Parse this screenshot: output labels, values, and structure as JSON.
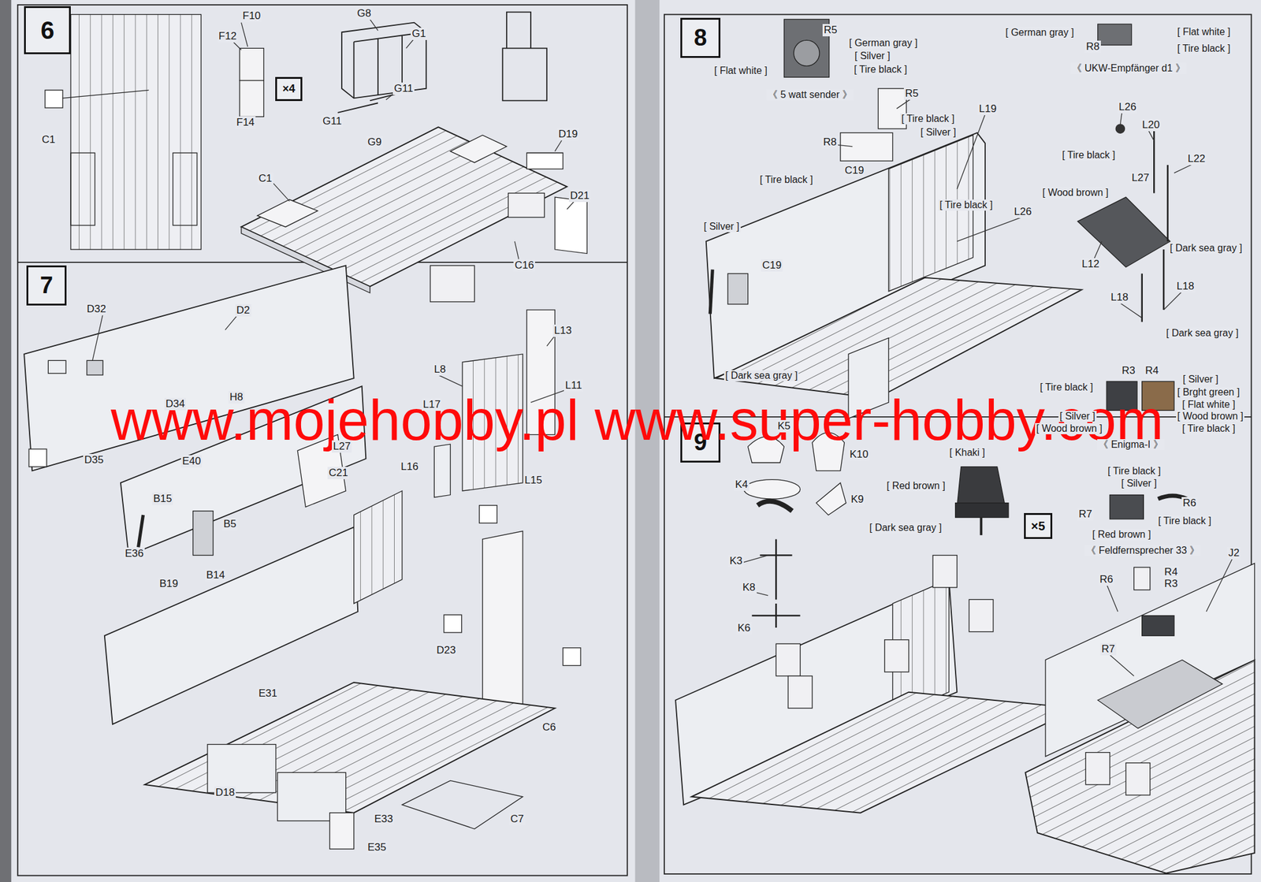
{
  "diagram": {
    "nodes": [
      {
        "text": [
          "6"
        ]
      },
      {
        "text": [
          "×4"
        ]
      },
      {
        "text": [
          "7"
        ]
      },
      {
        "text": [
          "8"
        ]
      },
      {
        "text": [
          "9"
        ]
      },
      {
        "text": [
          "×5"
        ]
      }
    ],
    "labels": [
      "www.mojehobby.pl www.super-hobby.com",
      "F10",
      "F12",
      "F14",
      "G8",
      "G1",
      "G11",
      "G11",
      "G9",
      "C1",
      "C1",
      "D19",
      "D21",
      "C16",
      "D32",
      "D2",
      "L13",
      "L8",
      "L11",
      "H8",
      "D34",
      "L17",
      "L27",
      "D35",
      "E40",
      "L16",
      "C21",
      "L15",
      "B15",
      "B5",
      "E36",
      "B14",
      "B19",
      "D23",
      "E31",
      "C6",
      "D18",
      "E33",
      "C7",
      "E35",
      "R5",
      "[ German gray ]",
      "[ Silver ]",
      "[ Tire black ]",
      "[ Flat white ]",
      "《 5 watt sender 》",
      "R5",
      "[ German gray ]",
      "R8",
      "[ Flat white ]",
      "[ Tire black ]",
      "《 UKW-Empfänger d1 》",
      "L26",
      "L19",
      "[ Tire black ]",
      "L20",
      "[ Silver ]",
      "R8",
      "[ Tire black ]",
      "L22",
      "C19",
      "L27",
      "[ Tire black ]",
      "[ Wood brown ]",
      "[ Tire black ]",
      "L26",
      "[ Silver ]",
      "[ Dark sea gray ]",
      "L12",
      "C19",
      "L18",
      "L18",
      "[ Dark sea gray ]",
      "R3",
      "R4",
      "[ Dark sea gray ]",
      "[ Silver ]",
      "[ Tire black ]",
      "[ Brght green ]",
      "[ Flat white ]",
      "[ Silver ]",
      "[ Wood brown ]",
      "[ Wood brown ]",
      "[ Tire black ]",
      "《 Enigma-I 》",
      "K5",
      "[ Khaki ]",
      "K10",
      "[ Tire black ]",
      "[ Silver ]",
      "K4",
      "[ Red brown ]",
      "K9",
      "R6",
      "R7",
      "[ Tire black ]",
      "[ Dark sea gray ]",
      "[ Red brown ]",
      "《 Feldfernsprecher 33 》",
      "J2",
      "K3",
      "R4",
      "R6",
      "R3",
      "K8",
      "K6",
      "R7"
    ]
  }
}
